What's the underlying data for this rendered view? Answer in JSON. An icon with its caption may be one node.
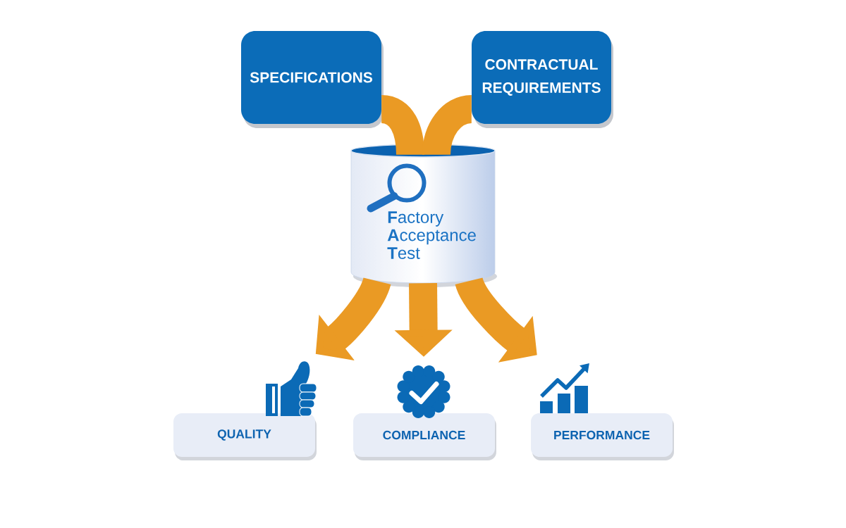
{
  "diagram": {
    "nodes": [
      {
        "text": [
          "SPECIFICATIONS"
        ]
      },
      {
        "text": [
          "CONTRACTUAL REQUIREMENTS"
        ]
      },
      {
        "text": [
          "**F**actory **A**cceptance **T**est"
        ]
      },
      {
        "text": [],
        "shape": "picture"
      },
      {
        "text": [],
        "shape": "picture"
      },
      {
        "text": [],
        "shape": "picture"
      },
      {
        "text": [
          "QUALITY"
        ]
      },
      {
        "text": [
          "COMPLIANCE"
        ]
      },
      {
        "text": [
          "PERFORMANCE"
        ]
      }
    ],
    "edges": [
      {
        "from": 0,
        "to": 2,
        "arrow": "none"
      },
      {
        "from": 1,
        "to": 2,
        "arrow": "none"
      },
      {
        "from": 2,
        "to": 3,
        "arrow": "to"
      },
      {
        "from": 2,
        "to": 4,
        "arrow": "to"
      },
      {
        "from": 2,
        "to": 5,
        "arrow": "to"
      }
    ]
  }
}
